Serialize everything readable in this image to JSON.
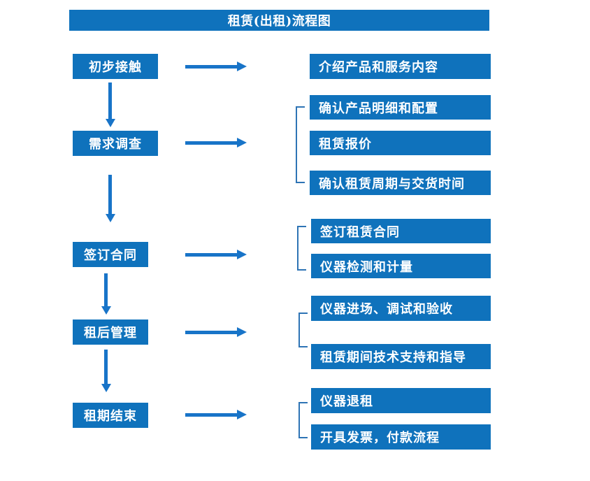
{
  "title": "租赁(出租)流程图",
  "colors": {
    "box_blue": "#0F72BC",
    "arrow_blue": "#1874C8",
    "bracket_blue": "#2E74B5",
    "text": "#FFFFFF",
    "background": "#FFFFFF"
  },
  "stages": [
    {
      "label": "初步接触",
      "outputs": [
        "介绍产品和服务内容"
      ]
    },
    {
      "label": "需求调查",
      "outputs": [
        "确认产品明细和配置",
        "租赁报价",
        "确认租赁周期与交货时间"
      ]
    },
    {
      "label": "签订合同",
      "outputs": [
        "签订租赁合同",
        "仪器检测和计量"
      ]
    },
    {
      "label": "租后管理",
      "outputs": [
        "仪器进场、调试和验收",
        "租赁期间技术支持和指导"
      ]
    },
    {
      "label": "租期结束",
      "outputs": [
        "仪器退租",
        "开具发票，付款流程"
      ]
    }
  ]
}
